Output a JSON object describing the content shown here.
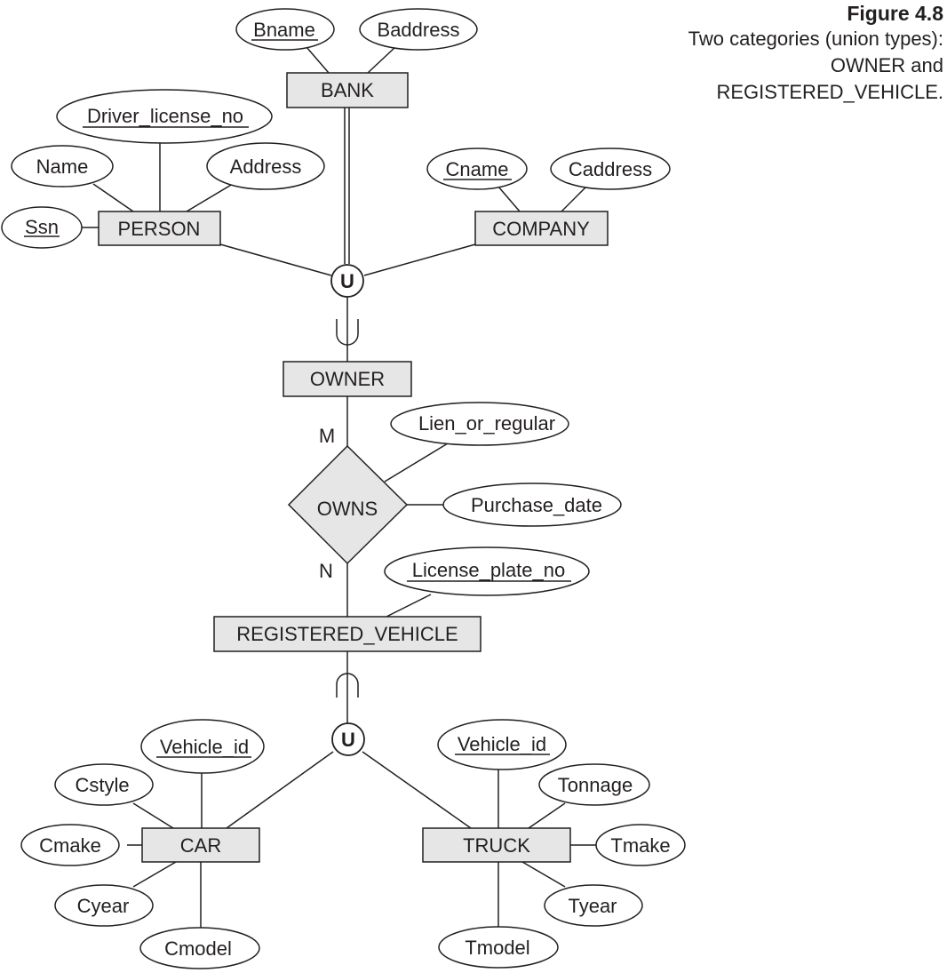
{
  "figure": {
    "number": "Figure 4.8",
    "caption": "Two categories (union types): OWNER and REGISTERED_VEHICLE."
  },
  "entities": {
    "bank": "BANK",
    "person": "PERSON",
    "company": "COMPANY",
    "owner": "OWNER",
    "registered_vehicle": "REGISTERED_VEHICLE",
    "car": "CAR",
    "truck": "TRUCK"
  },
  "relationship": {
    "owns": "OWNS"
  },
  "cardinality": {
    "owner_side": "M",
    "vehicle_side": "N"
  },
  "union_symbol": "U",
  "attributes": {
    "bname": "Bname",
    "baddress": "Baddress",
    "driver_license_no": "Driver_license_no",
    "name": "Name",
    "address": "Address",
    "ssn": "Ssn",
    "cname": "Cname",
    "caddress": "Caddress",
    "lien_or_regular": "Lien_or_regular",
    "purchase_date": "Purchase_date",
    "license_plate_no": "License_plate_no",
    "car_vehicle_id": "Vehicle_id",
    "cstyle": "Cstyle",
    "cmake": "Cmake",
    "cyear": "Cyear",
    "cmodel": "Cmodel",
    "truck_vehicle_id": "Vehicle_id",
    "tonnage": "Tonnage",
    "tmake": "Tmake",
    "tyear": "Tyear",
    "tmodel": "Tmodel"
  },
  "key_attributes": [
    "bname",
    "driver_license_no",
    "ssn",
    "cname",
    "license_plate_no",
    "car_vehicle_id",
    "truck_vehicle_id"
  ]
}
